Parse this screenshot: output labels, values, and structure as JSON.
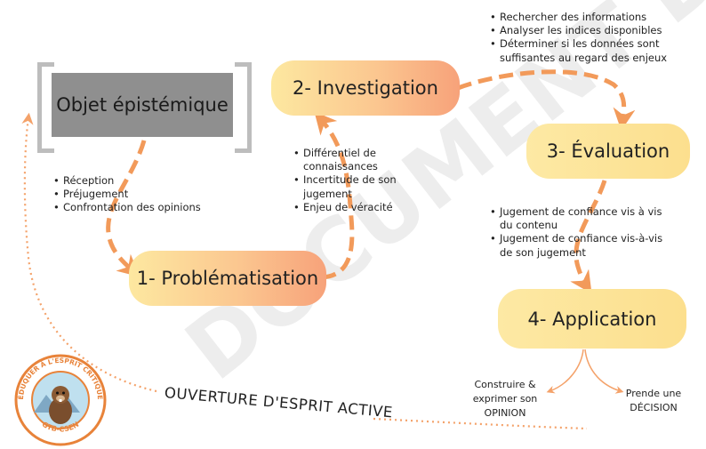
{
  "boxes": {
    "object": "Objet épistémique",
    "investigation": "2- Investigation",
    "evaluation": "3- Évaluation",
    "application": "4- Application",
    "problematisation": "1- Problématisation"
  },
  "lists": {
    "investigation_actions": [
      "Rechercher des informations",
      "Analyser les indices disponibles",
      "Déterminer si les données sont suffisantes au regard des enjeux"
    ],
    "problem_factors": [
      "Différentiel de connaissances",
      "Incertitude de son jugement",
      "Enjeu de véracité"
    ],
    "object_reception": [
      "Réception",
      "Préjugement",
      "Confrontation des opinions"
    ],
    "evaluation_judgements": [
      "Jugement de confiance vis à vis du contenu",
      "Jugement de confiance vis-à-vis de son jugement"
    ]
  },
  "outcomes": {
    "opinion": "Construire & exprimer son OPINION",
    "decision": "Prende une DÉCISION"
  },
  "ouverture_label": "OUVERTURE D'ESPRIT ACTIVE",
  "logo": {
    "ring_text_top": "ÉDUQUER À L'ESPRIT CRITIQUE",
    "ring_text_bottom": "GTB-CSEN",
    "icon": "marmot-icon"
  },
  "watermark": "DOCUMENT DE",
  "colors": {
    "arrow": "#f29a5a",
    "dotted": "#f4a26a",
    "object_box": "#8f8f8f",
    "logo_ring": "#e8833a"
  }
}
